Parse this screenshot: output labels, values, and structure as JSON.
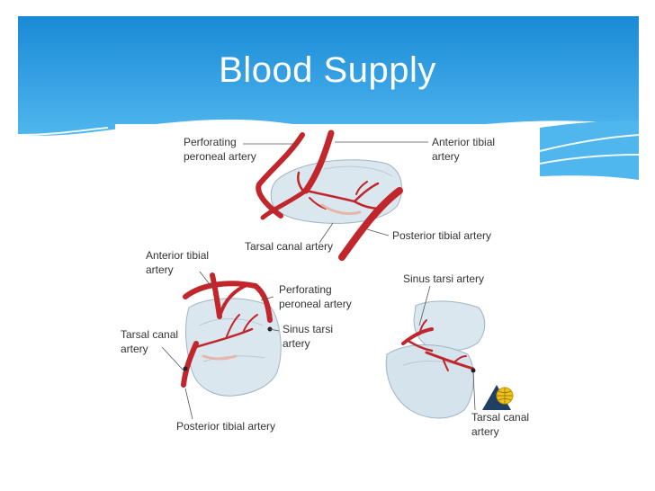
{
  "slide": {
    "title": "Blood Supply",
    "colors": {
      "header_top": "#1a8ad6",
      "header_bottom": "#4db4ee",
      "artery": "#c0262c",
      "bone": "#dbe7ef",
      "text": "#333333"
    }
  },
  "figure": {
    "top_view": {
      "perforating_peroneal_1": "Perforating",
      "perforating_peroneal_2": "peroneal artery",
      "anterior_tibial_1": "Anterior tibial",
      "anterior_tibial_2": "artery",
      "tarsal_canal": "Tarsal canal artery",
      "posterior_tibial": "Posterior tibial artery"
    },
    "left_view": {
      "anterior_tibial_1": "Anterior tibial",
      "anterior_tibial_2": "artery",
      "perforating_peroneal_1": "Perforating",
      "perforating_peroneal_2": "peroneal artery",
      "sinus_tarsi_1": "Sinus tarsi",
      "sinus_tarsi_2": "artery",
      "tarsal_canal_1": "Tarsal canal",
      "tarsal_canal_2": "artery",
      "posterior_tibial": "Posterior tibial artery"
    },
    "right_view": {
      "sinus_tarsi": "Sinus tarsi artery",
      "tarsal_canal_1": "Tarsal canal",
      "tarsal_canal_2": "artery"
    },
    "logo_icon": "publisher-globe-logo"
  }
}
